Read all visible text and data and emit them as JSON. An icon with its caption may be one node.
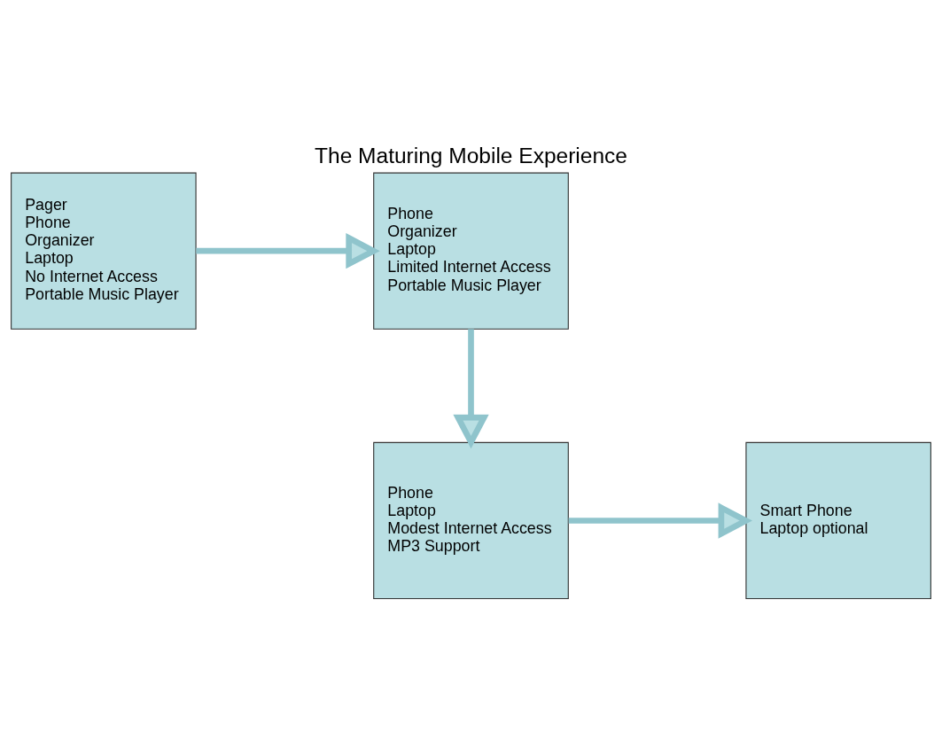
{
  "diagram": {
    "title": "The Maturing Mobile Experience",
    "nodes": [
      {
        "text": [
          "Pager",
          "Phone",
          "Organizer",
          "Laptop",
          "No Internet Access",
          "Portable Music Player"
        ]
      },
      {
        "text": [
          "Phone",
          "Organizer",
          "Laptop",
          "Limited Internet Access",
          "Portable Music Player"
        ]
      },
      {
        "text": [
          "Smart Phone",
          "Laptop optional"
        ]
      },
      {
        "text": [
          "Phone",
          "Laptop",
          "Modest Internet Access",
          "MP3 Support"
        ]
      }
    ],
    "edges": [
      {
        "from": 0,
        "to": 1,
        "arrow": "to"
      },
      {
        "from": 1,
        "to": 3,
        "arrow": "to"
      },
      {
        "from": 3,
        "to": 2,
        "arrow": "to"
      }
    ]
  }
}
